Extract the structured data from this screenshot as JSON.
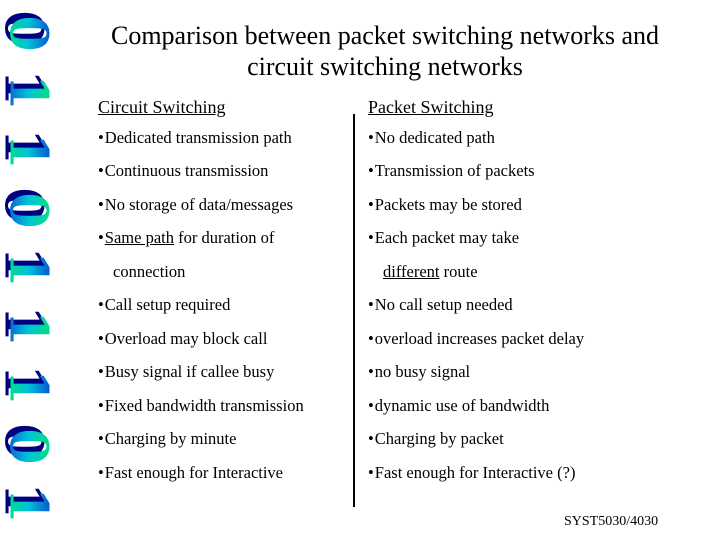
{
  "title": {
    "line1": "Comparison between packet switching networks and",
    "line2": "circuit switching networks"
  },
  "decor": {
    "digits": [
      "0",
      "1",
      "1",
      "0",
      "1",
      "1",
      "1",
      "0",
      "1"
    ],
    "gradient_green": "#00ea60",
    "gradient_cyan": "#00c2d8",
    "gradient_blue": "#0a35d0",
    "shadow_navy": "#000080"
  },
  "table": {
    "columns": [
      {
        "header": "Circuit Switching",
        "lines": [
          {
            "bullet": true,
            "segments": [
              {
                "text": "Dedicated transmission path",
                "underline": false
              }
            ]
          },
          {
            "bullet": true,
            "segments": [
              {
                "text": "Continuous transmission",
                "underline": false
              }
            ]
          },
          {
            "bullet": true,
            "segments": [
              {
                "text": "No storage of data/messages",
                "underline": false
              }
            ]
          },
          {
            "bullet": true,
            "segments": [
              {
                "text": "Same path",
                "underline": true
              },
              {
                "text": " for duration of",
                "underline": false
              }
            ]
          },
          {
            "bullet": false,
            "segments": [
              {
                "text": "connection",
                "underline": false
              }
            ]
          },
          {
            "bullet": true,
            "segments": [
              {
                "text": "Call setup required",
                "underline": false
              }
            ]
          },
          {
            "bullet": true,
            "segments": [
              {
                "text": "Overload may block call",
                "underline": false
              }
            ]
          },
          {
            "bullet": true,
            "segments": [
              {
                "text": "Busy signal if callee busy",
                "underline": false
              }
            ]
          },
          {
            "bullet": true,
            "segments": [
              {
                "text": "Fixed bandwidth transmission",
                "underline": false
              }
            ]
          },
          {
            "bullet": true,
            "segments": [
              {
                "text": "Charging by minute",
                "underline": false
              }
            ]
          },
          {
            "bullet": true,
            "segments": [
              {
                "text": "Fast enough for Interactive",
                "underline": false
              }
            ]
          }
        ]
      },
      {
        "header": "Packet Switching",
        "lines": [
          {
            "bullet": true,
            "segments": [
              {
                "text": "No dedicated path",
                "underline": false
              }
            ]
          },
          {
            "bullet": true,
            "segments": [
              {
                "text": "Transmission of packets",
                "underline": false
              }
            ]
          },
          {
            "bullet": true,
            "segments": [
              {
                "text": "Packets may be stored",
                "underline": false
              }
            ]
          },
          {
            "bullet": true,
            "segments": [
              {
                "text": "Each packet may take",
                "underline": false
              }
            ]
          },
          {
            "bullet": false,
            "segments": [
              {
                "text": "different",
                "underline": true
              },
              {
                "text": " route",
                "underline": false
              }
            ]
          },
          {
            "bullet": true,
            "segments": [
              {
                "text": "No call setup needed",
                "underline": false
              }
            ]
          },
          {
            "bullet": true,
            "segments": [
              {
                "text": "overload increases packet delay",
                "underline": false
              }
            ]
          },
          {
            "bullet": true,
            "segments": [
              {
                "text": "no busy signal",
                "underline": false
              }
            ]
          },
          {
            "bullet": true,
            "segments": [
              {
                "text": "dynamic use of bandwidth",
                "underline": false
              }
            ]
          },
          {
            "bullet": true,
            "segments": [
              {
                "text": "Charging by packet",
                "underline": false
              }
            ]
          },
          {
            "bullet": true,
            "segments": [
              {
                "text": "Fast enough for Interactive (?)",
                "underline": false
              }
            ]
          }
        ]
      }
    ]
  },
  "footer": {
    "course_code": "SYST5030/4030"
  }
}
